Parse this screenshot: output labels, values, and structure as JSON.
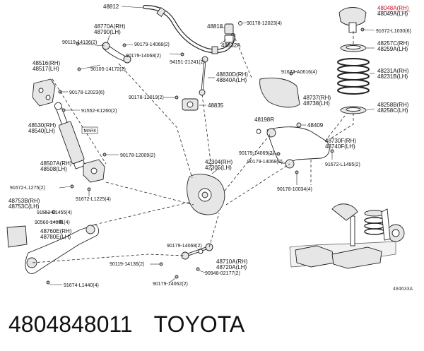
{
  "diagram": {
    "part_labels": {
      "p48812": "48812",
      "p48818": "48818",
      "p48832a": "48832A",
      "p48770": "48770A(RH)",
      "p48790": "48790(LH)",
      "p48516": "48516(RH)",
      "p48517": "48517(LH)",
      "p48530": "48530(RH)",
      "p48540": "48540(LH)",
      "p48507": "48507A(RH)",
      "p48508": "48508(LH)",
      "p48753": "48753B(RH)",
      "p48753c": "48753C(LH)",
      "p48760": "48760E(RH)",
      "p48780": "48780E(LH)",
      "p48830": "48830D(RH)",
      "p48840": "48840A(LH)",
      "p48835": "48835",
      "p48737": "48737(RH)",
      "p48738": "48738(LH)",
      "p48198": "48198R",
      "p48409": "48409",
      "p48730": "48730F(RH)",
      "p48740": "48740F(LH)",
      "p42304": "42304(RH)",
      "p42305": "42305(LH)",
      "p48710": "48710A(RH)",
      "p48720": "48720A(LH)",
      "p48048": "48048A(RH)",
      "p48049": "48049A(LH)",
      "p48257": "48257C(RH)",
      "p48259": "48259A(LH)",
      "p48231": "48231A(RH)",
      "p48231b": "48231B(LH)",
      "p48258": "48258B(RH)",
      "p48258c": "48258C(LH)"
    },
    "fastener_labels": {
      "f1": "90178-12023(4)",
      "f2": "90119-14136(2)",
      "f3": "90179-14068(2)",
      "f4": "90179-14068(2)",
      "f5": "94151-21241(2)",
      "f6": "90105-14172(2)",
      "f7": "90178-12023(6)",
      "f8": "91552-K1260(2)",
      "f9": "90178-12019(2)",
      "f10": "91673-A0616(4)",
      "f11": "91672-L1030(6)",
      "f12": "90178-12009(2)",
      "f13": "90179-14069(2)",
      "f14": "90179-14068(2)",
      "f15": "91672-L1495(2)",
      "f16": "90178-10034(4)",
      "f17": "91672-L1275(2)",
      "f18": "91672-L1225(4)",
      "f19": "91552-L1455(4)",
      "f20": "90560-14031(4)",
      "f21": "90179-14068(2)",
      "f22": "90119-14136(2)",
      "f23": "90948-02177(2)",
      "f24": "90179-14062(2)",
      "f25": "91674-L1440(4)"
    },
    "mark_label": "MARK",
    "diagram_code": "484633A"
  },
  "footer": {
    "part_number": "4804848011",
    "brand": "TOYOTA"
  }
}
